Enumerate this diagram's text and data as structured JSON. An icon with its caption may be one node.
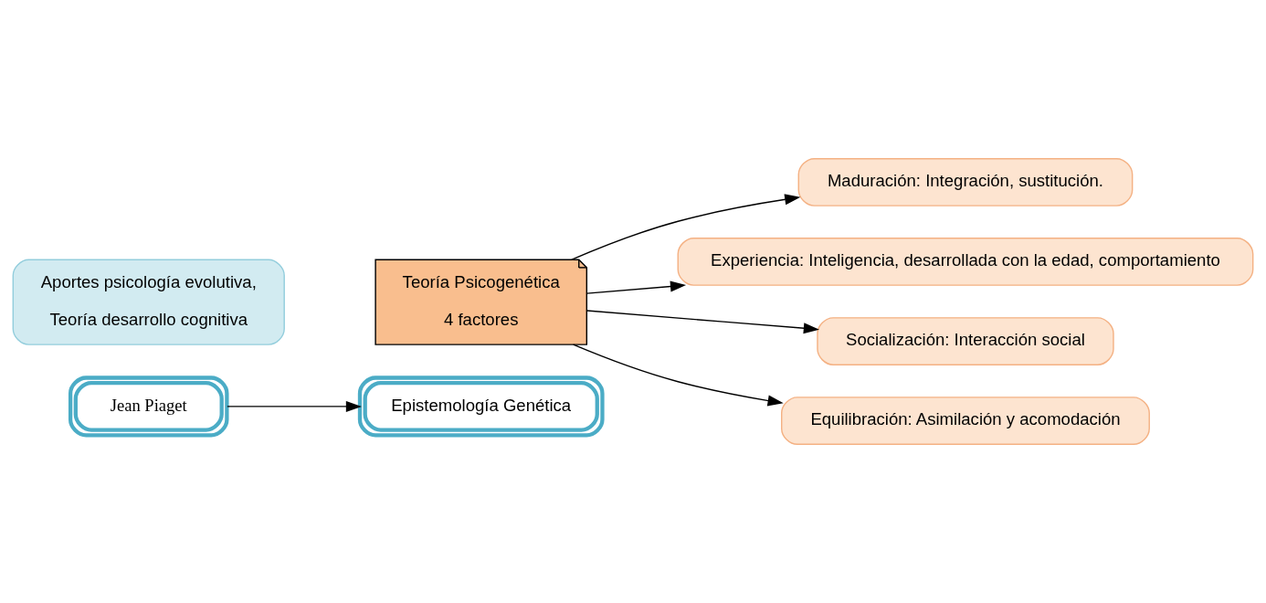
{
  "diagram": {
    "nodes": [
      {
        "text": [
          "Jean Piaget"
        ]
      },
      {
        "text": [
          "Epistemología Genética"
        ]
      },
      {
        "text": [
          "Aportes psicología evolutiva,",
          "Teoría desarrollo cognitiva"
        ]
      },
      {
        "text": [
          "Teoría Psicogenética",
          "4 factores"
        ]
      },
      {
        "text": [
          "Maduración: Integración, sustitución."
        ]
      },
      {
        "text": [
          "Experiencia: Inteligencia, desarrollada con la edad, comportamiento"
        ]
      },
      {
        "text": [
          "Socialización: Interacción social"
        ]
      },
      {
        "text": [
          "Equilibración: Asimilación y acomodación"
        ]
      }
    ],
    "edges": [
      {
        "from": 0,
        "to": 1,
        "arrow": "to"
      },
      {
        "from": 3,
        "to": 4,
        "arrow": "to"
      },
      {
        "from": 3,
        "to": 5,
        "arrow": "to"
      },
      {
        "from": 3,
        "to": 6,
        "arrow": "to"
      },
      {
        "from": 3,
        "to": 7,
        "arrow": "to"
      }
    ]
  }
}
